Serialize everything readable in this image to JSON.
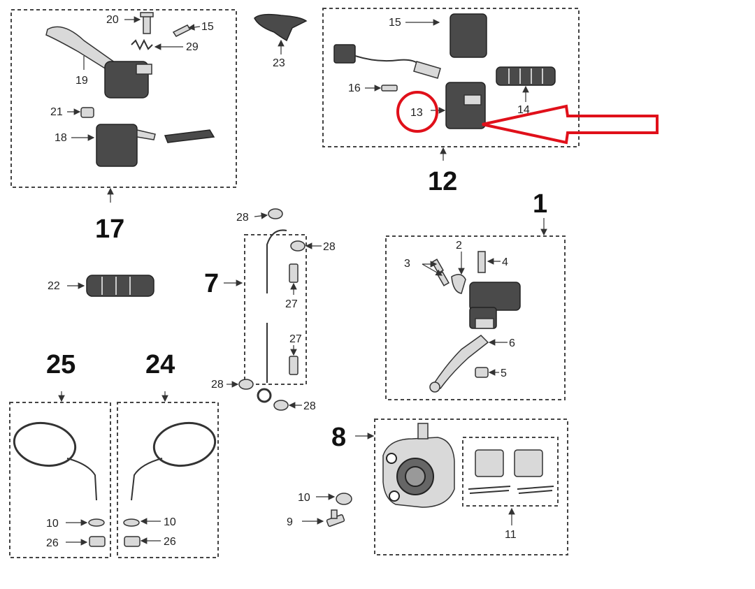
{
  "callouts": {
    "c1": "1",
    "c2": "2",
    "c3": "3",
    "c4": "4",
    "c5": "5",
    "c6": "6",
    "c7": "7",
    "c8": "8",
    "c9": "9",
    "c10a": "10",
    "c10b": "10",
    "c10c": "10",
    "c11": "11",
    "c12": "12",
    "c13": "13",
    "c14": "14",
    "c15a": "15",
    "c15b": "15",
    "c16": "16",
    "c17": "17",
    "c18": "18",
    "c19": "19",
    "c20": "20",
    "c21": "21",
    "c22": "22",
    "c23": "23",
    "c24": "24",
    "c25": "25",
    "c26a": "26",
    "c26b": "26",
    "c27a": "27",
    "c27b": "27",
    "c28a": "28",
    "c28b": "28",
    "c28c": "28",
    "c28d": "28",
    "c29": "29"
  },
  "colors": {
    "highlight": "#e0101a",
    "line": "#333333"
  },
  "highlight": {
    "target_part": "13"
  }
}
